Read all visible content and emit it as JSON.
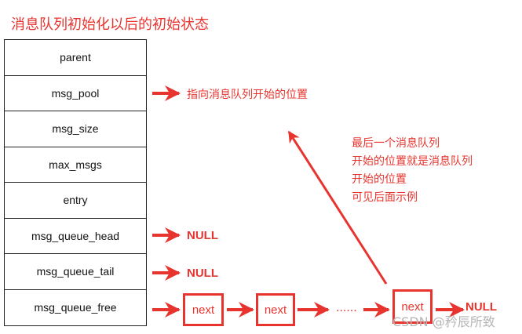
{
  "title": "消息队列初始化以后的初始状态",
  "fields": [
    {
      "label": "parent"
    },
    {
      "label": "msg_pool"
    },
    {
      "label": "msg_size"
    },
    {
      "label": "max_msgs"
    },
    {
      "label": "entry"
    },
    {
      "label": "msg_queue_head"
    },
    {
      "label": "msg_queue_tail"
    },
    {
      "label": "msg_queue_free"
    }
  ],
  "pool_note": "指向消息队列开始的位置",
  "null_head": "NULL",
  "null_tail": "NULL",
  "null_end": "NULL",
  "nodes": [
    {
      "label": "next"
    },
    {
      "label": "next"
    },
    {
      "label": "next"
    }
  ],
  "ellipsis": "......",
  "note_lines": [
    "最后一个消息队列",
    "开始的位置就是消息队列",
    "开始的位置",
    "可见后面示例"
  ],
  "watermark": "CSDN @矜辰所致",
  "colors": {
    "accent": "#e8342f",
    "border": "#222222",
    "watermark": "#b5b5b5"
  }
}
